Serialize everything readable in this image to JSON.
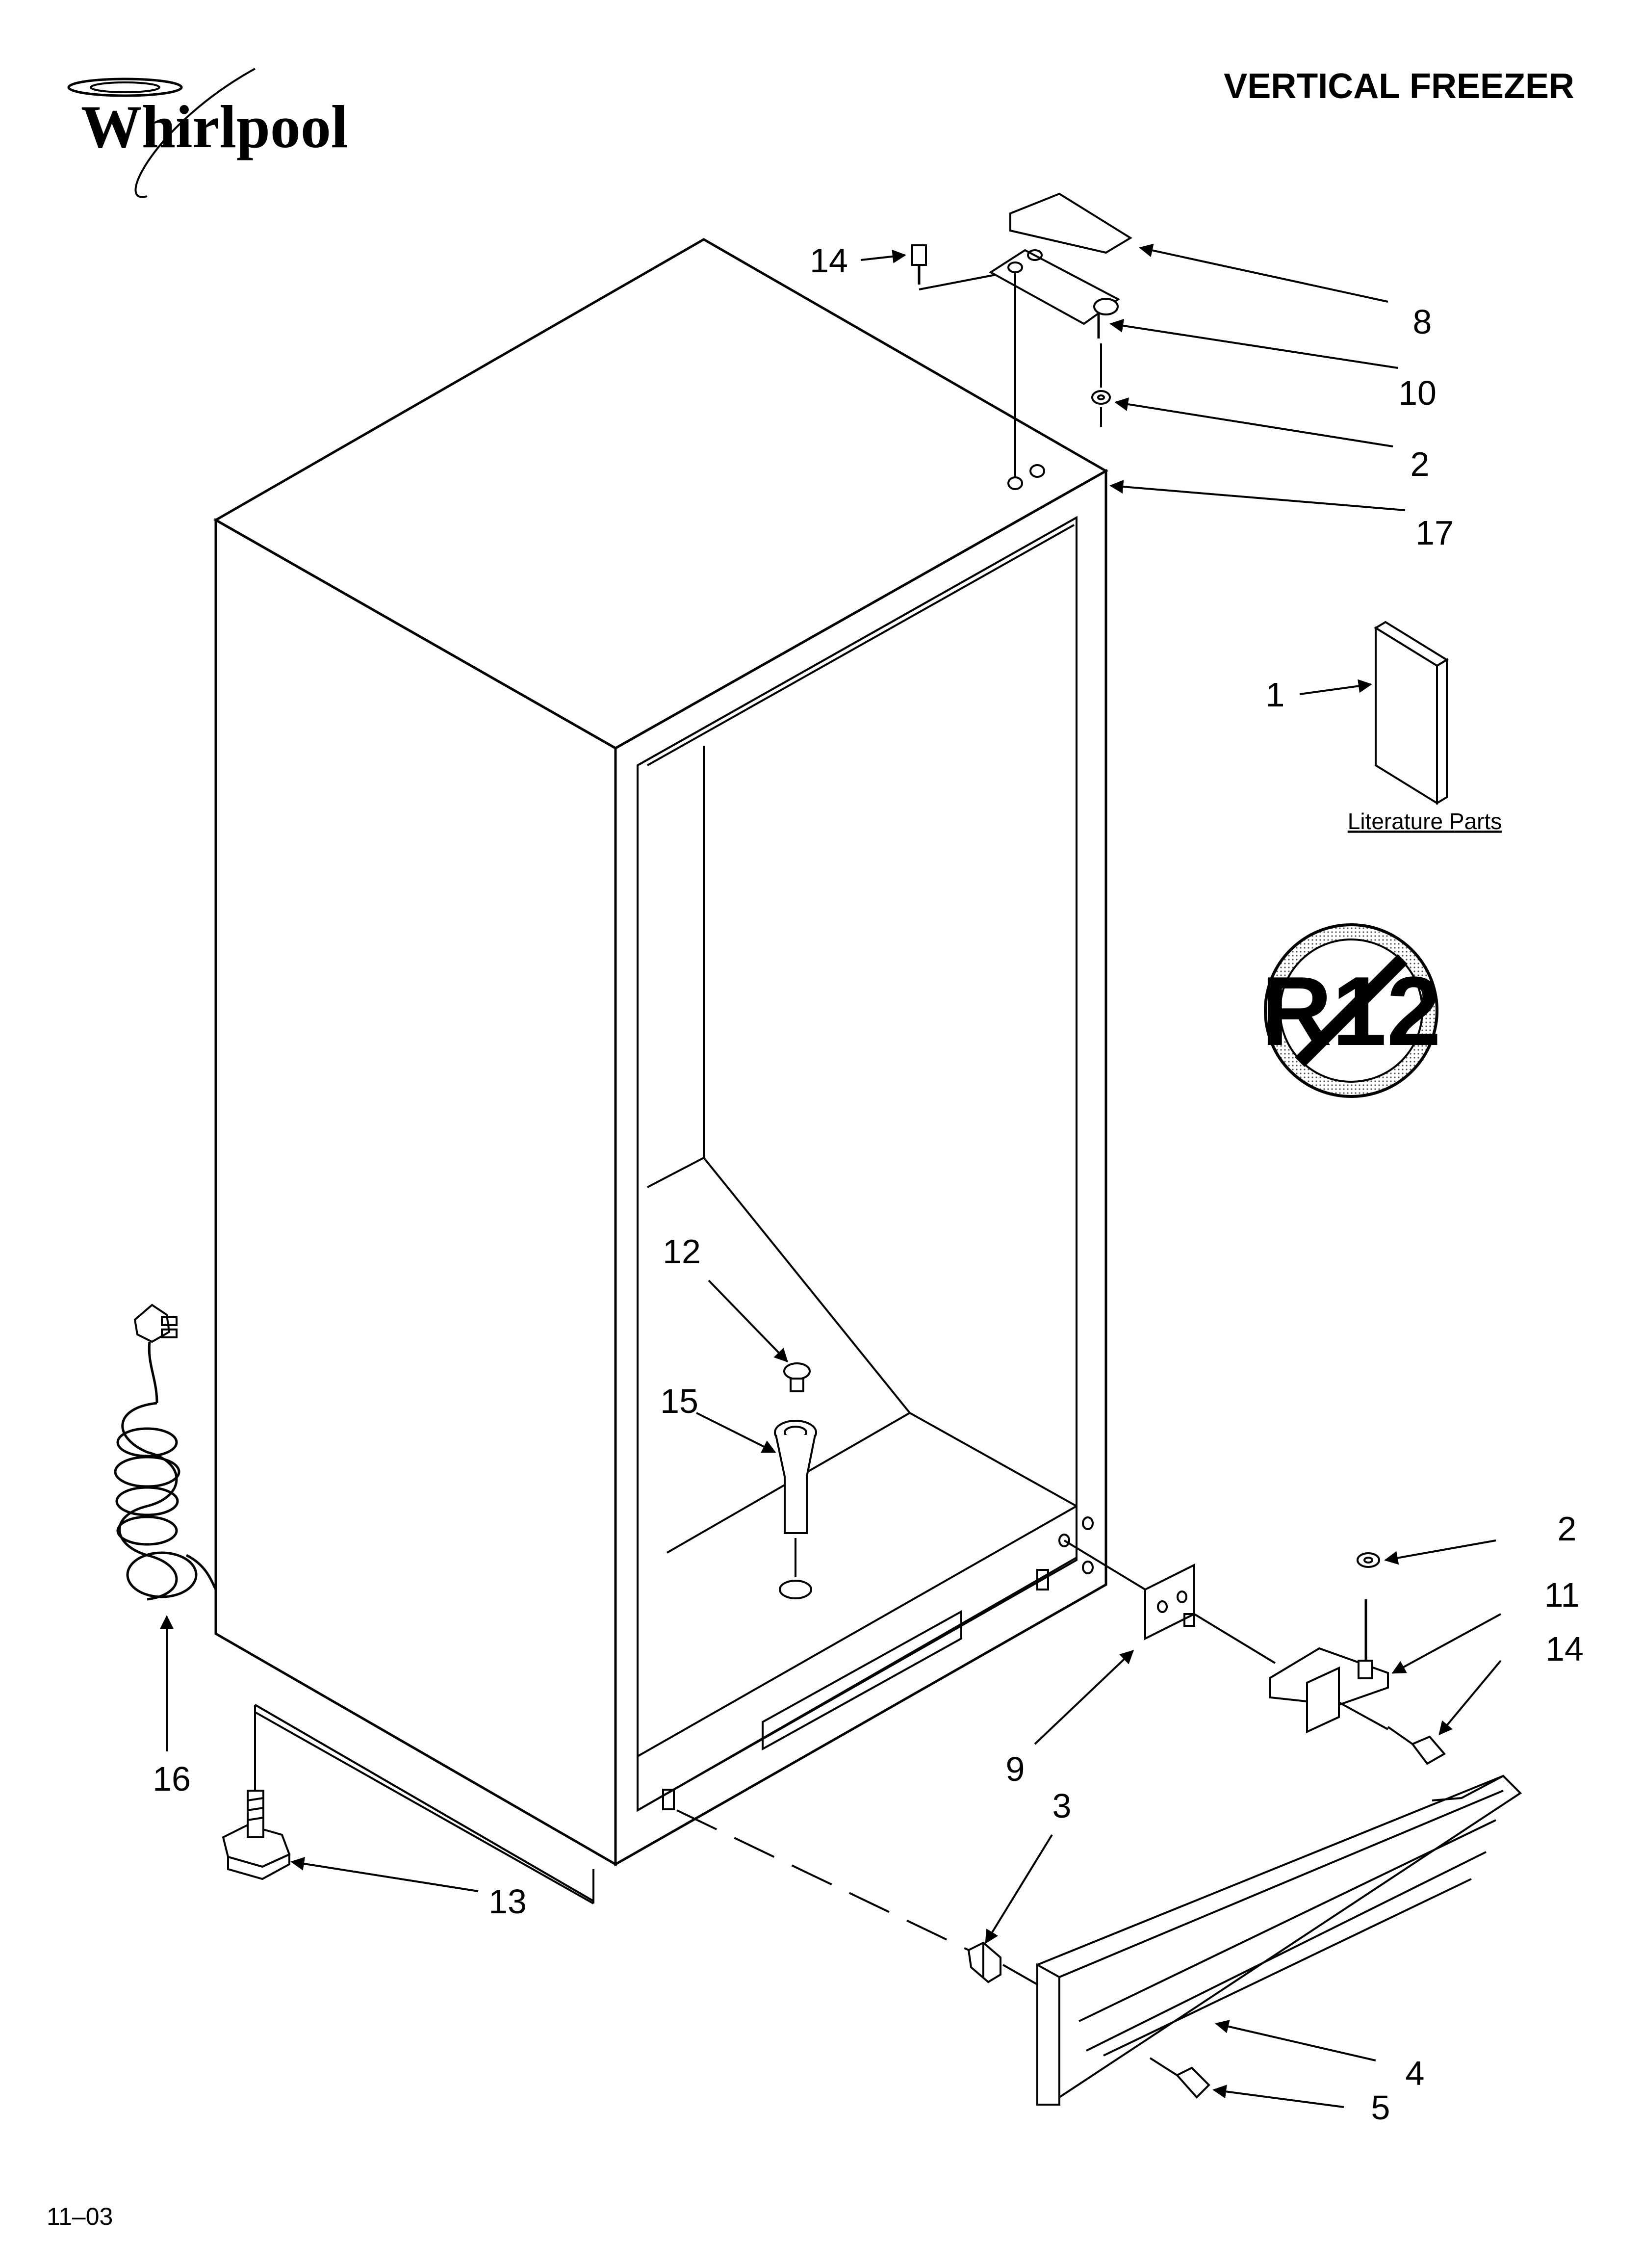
{
  "header": {
    "brand": "Whirlpool",
    "title": "VERTICAL FREEZER"
  },
  "badges": {
    "no_r12": "R12"
  },
  "literature": {
    "label": "Literature Parts"
  },
  "footer": {
    "date_code": "11–03"
  },
  "callouts": [
    {
      "id": "c14a",
      "text": "14"
    },
    {
      "id": "c8",
      "text": "8"
    },
    {
      "id": "c10",
      "text": "10"
    },
    {
      "id": "c2a",
      "text": "2"
    },
    {
      "id": "c17",
      "text": "17"
    },
    {
      "id": "c1",
      "text": "1"
    },
    {
      "id": "c12",
      "text": "12"
    },
    {
      "id": "c15",
      "text": "15"
    },
    {
      "id": "c2b",
      "text": "2"
    },
    {
      "id": "c11",
      "text": "11"
    },
    {
      "id": "c14b",
      "text": "14"
    },
    {
      "id": "c9",
      "text": "9"
    },
    {
      "id": "c3",
      "text": "3"
    },
    {
      "id": "c16",
      "text": "16"
    },
    {
      "id": "c13",
      "text": "13"
    },
    {
      "id": "c4",
      "text": "4"
    },
    {
      "id": "c5",
      "text": "5"
    }
  ]
}
